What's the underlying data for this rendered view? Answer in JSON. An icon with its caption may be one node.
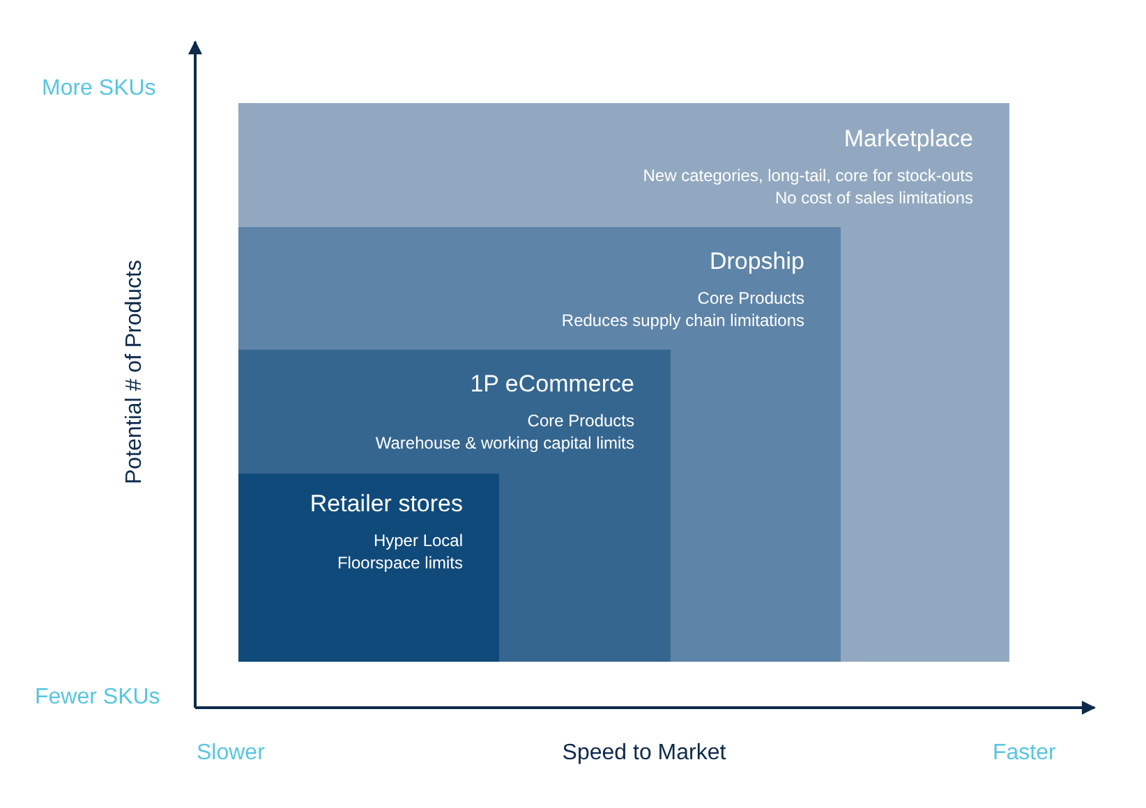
{
  "diagram": {
    "nodes": [
      {
        "text": [
          "Marketplace",
          "New categories, long-tail, core for stock-outs",
          "No cost of sales limitations"
        ]
      },
      {
        "text": [
          "Dropship",
          "Core Products",
          "Reduces supply chain limitations"
        ],
        "in": 0
      },
      {
        "text": [
          "1P eCommerce",
          "Core Products",
          "Warehouse & working capital limits"
        ],
        "in": 1
      },
      {
        "text": [
          "Retailer stores",
          "Hyper Local",
          "Floorspace limits"
        ],
        "in": 2
      }
    ],
    "edges": [],
    "labels": [
      "More SKUs",
      "Potential # of Products",
      "Fewer SKUs",
      "Slower",
      "Speed to Market",
      "Faster"
    ]
  }
}
